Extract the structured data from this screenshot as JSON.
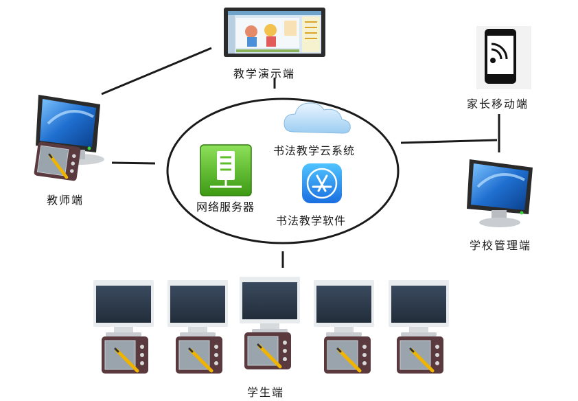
{
  "labels": {
    "teaching_display": "教学演示端",
    "parent_mobile": "家长移动端",
    "teacher": "教师端",
    "school_admin": "学校管理端",
    "student": "学生端",
    "cloud_system": "书法教学云系统",
    "network_server": "网络服务器",
    "software": "书法教学软件"
  },
  "icons": {
    "display": "projection-screen-icon",
    "phone": "smartphone-icon",
    "monitor": "monitor-icon",
    "tablet": "drawing-tablet-icon",
    "cloud": "cloud-icon",
    "server": "server-icon",
    "app": "app-store-icon"
  },
  "colors": {
    "server_green": "#5cbf2a",
    "app_blue": "#1a8df0",
    "monitor_blue": "#1f6fd0",
    "tablet_frame": "#5a3a3e",
    "pen_yellow": "#f0b400",
    "line": "#1a1a1a"
  }
}
